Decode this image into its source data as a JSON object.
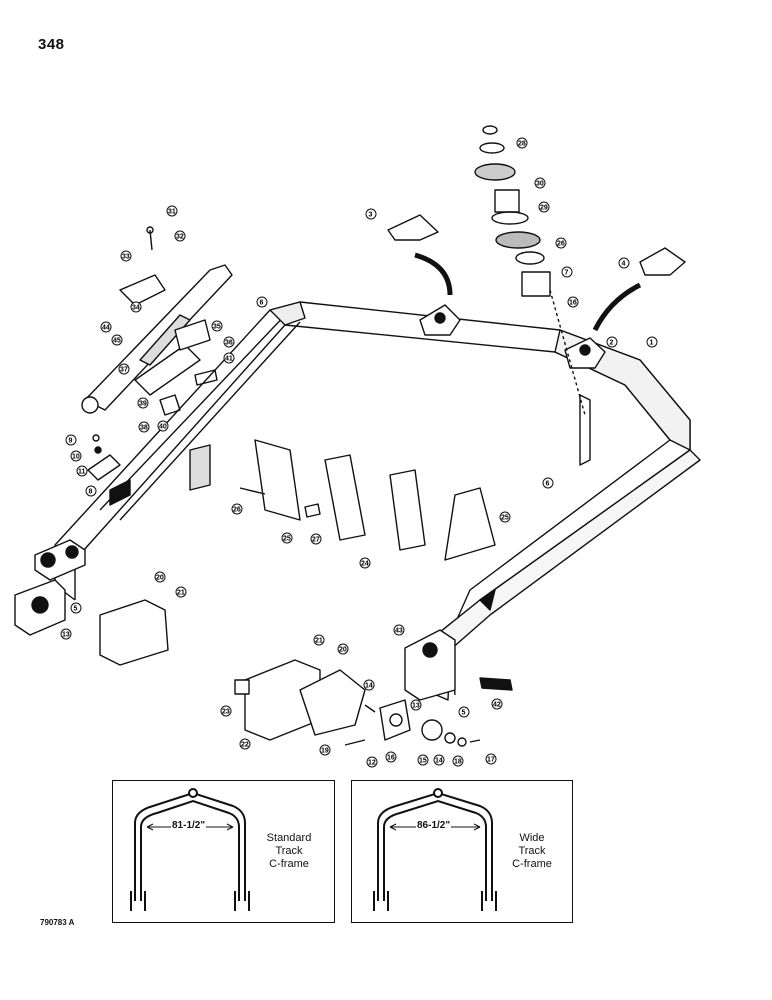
{
  "page_number": "348",
  "figure_code": "790783 A",
  "callouts": {
    "c1": "1",
    "c2": "2",
    "c3": "3",
    "c4": "4",
    "c5a": "5",
    "c5b": "5",
    "c6a": "6",
    "c6b": "6",
    "c7": "7",
    "c8": "8",
    "c9": "9",
    "c10": "10",
    "c11": "11",
    "c12": "12",
    "c13a": "13",
    "c13b": "13",
    "c14a": "14",
    "c14b": "14",
    "c15": "15",
    "c16a": "16",
    "c16b": "16",
    "c17": "17",
    "c18": "18",
    "c19": "19",
    "c20a": "20",
    "c20b": "20",
    "c21a": "21",
    "c21b": "21",
    "c22": "22",
    "c23": "23",
    "c24": "24",
    "c25a": "25",
    "c25b": "25",
    "c26a": "26",
    "c26b": "26",
    "c27": "27",
    "c28": "28",
    "c29": "29",
    "c30": "30",
    "c31": "31",
    "c32": "32",
    "c33": "33",
    "c34": "34",
    "c35": "35",
    "c36": "36",
    "c37": "37",
    "c38": "38",
    "c39": "39",
    "c40": "40",
    "c41": "41",
    "c42": "42",
    "c43": "43",
    "c44": "44",
    "c45": "45"
  },
  "insets": [
    {
      "dimension": "81-1/2\"",
      "caption_lines": [
        "Standard",
        "Track",
        "C-frame"
      ]
    },
    {
      "dimension": "86-1/2\"",
      "caption_lines": [
        "Wide",
        "Track",
        "C-frame"
      ]
    }
  ]
}
